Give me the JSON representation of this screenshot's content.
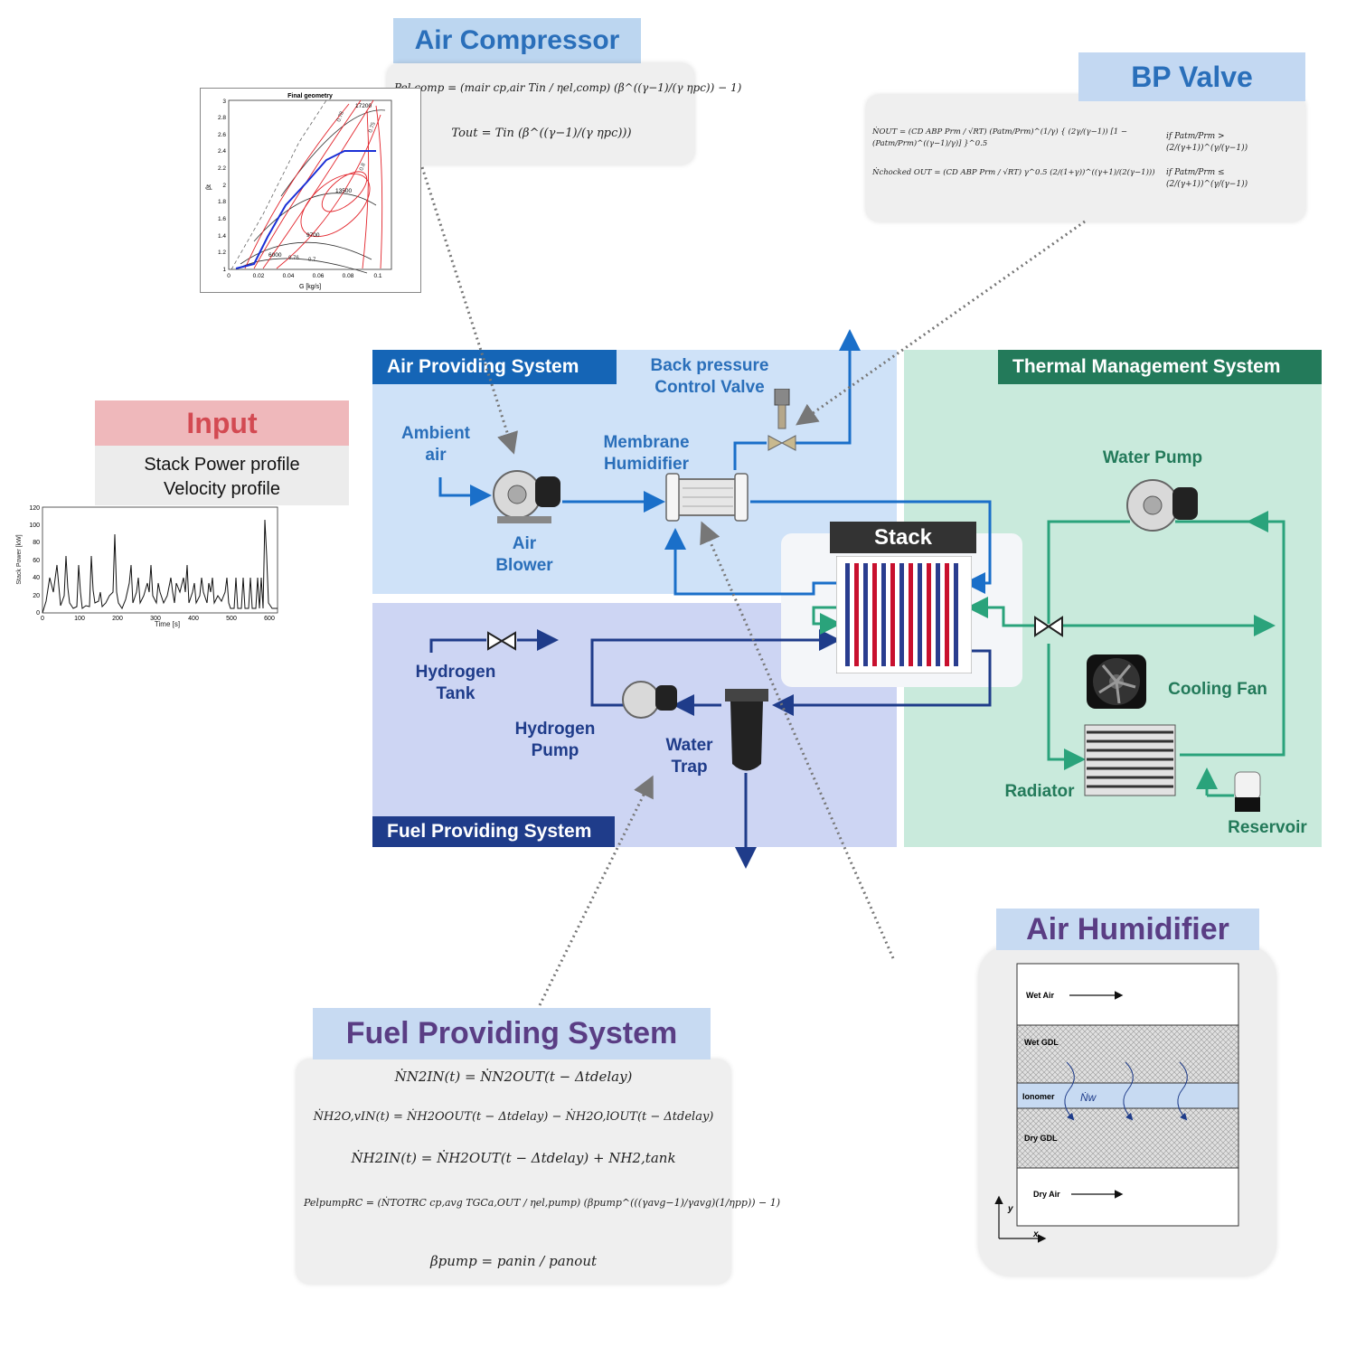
{
  "air_compressor": {
    "title": "Air Compressor",
    "eq1": "Pel,comp = (mair cp,air Tin / ηel,comp) (β^((γ−1)/(γ ηpc)) − 1)",
    "eq2": "Tout = Tin (β^((γ−1)/(γ ηpc)))",
    "map": {
      "title": "Final geometry",
      "xlabel": "G [kg/s]",
      "ylabel": "βt",
      "xticks": [
        "0",
        "0.02",
        "0.04",
        "0.06",
        "0.08",
        "0.1"
      ],
      "yticks": [
        "1",
        "1.2",
        "1.4",
        "1.6",
        "1.8",
        "2",
        "2.2",
        "2.4",
        "2.6",
        "2.8",
        "3"
      ],
      "speed_labels": [
        "17200",
        "13500",
        "9700",
        "6000"
      ],
      "eff_labels": [
        "0.78",
        "0.8",
        "0.75",
        "0.7",
        "0.76"
      ]
    }
  },
  "bp_valve": {
    "title": "BP Valve",
    "eq1": "ṄOUT = (CD ABP Prm / √RT) (Patm/Prm)^(1/γ) { (2γ/(γ−1)) [1 − (Patm/Prm)^((γ−1)/γ)] }^0.5",
    "cond1": "if Patm/Prm > (2/(γ+1))^(γ/(γ−1))",
    "eq2": "Ṅchocked OUT = (CD ABP Prm / √RT) γ^0.5 (2/(1+γ))^((γ+1)/(2(γ−1)))",
    "cond2": "if Patm/Prm ≤ (2/(γ+1))^(γ/(γ−1))"
  },
  "input": {
    "title": "Input",
    "line1": "Stack Power profile",
    "line2": "Velocity profile",
    "chart": {
      "xlabel": "Time [s]",
      "ylabel": "Stack Power [kW]",
      "xticks": [
        "0",
        "100",
        "200",
        "300",
        "400",
        "500",
        "600"
      ],
      "yticks": [
        "0",
        "20",
        "40",
        "60",
        "80",
        "100",
        "120"
      ]
    }
  },
  "diagram": {
    "air_system": "Air Providing System",
    "thermal_system": "Thermal Management System",
    "fuel_system": "Fuel Providing System",
    "bp_control_valve": "Back pressure\nControl Valve",
    "ambient_air": "Ambient\nair",
    "membrane_humidifier": "Membrane\nHumidifier",
    "air_blower": "Air\nBlower",
    "stack": "Stack",
    "water_pump": "Water Pump",
    "cooling_fan": "Cooling Fan",
    "radiator": "Radiator",
    "reservoir": "Reservoir",
    "hydrogen_tank": "Hydrogen\nTank",
    "hydrogen_pump": "Hydrogen\nPump",
    "water_trap": "Water\nTrap"
  },
  "fuel_providing": {
    "title": "Fuel Providing System",
    "eq1": "ṄN2IN(t) = ṄN2OUT(t − Δtdelay)",
    "eq2": "ṄH2O,vIN(t) = ṄH2OOUT(t − Δtdelay) − ṄH2O,lOUT(t − Δtdelay)",
    "eq3": "ṄH2IN(t) = ṄH2OUT(t − Δtdelay) + NH2,tank",
    "eq4": "PelpumpRC = (ṄTOTRC cp,avg TGCa,OUT / ηel,pump) (βpump^(((γavg−1)/γavg)(1/ηpp)) − 1)",
    "eq5": "βpump = panin / panout"
  },
  "air_humidifier": {
    "title": "Air Humidifier",
    "wet_air": "Wet Air",
    "wet_gdl": "Wet GDL",
    "ionomer": "Ionomer",
    "nw": "Ṅw",
    "dry_gdl": "Dry GDL",
    "dry_air": "Dry Air",
    "axis_y": "y",
    "axis_x": "x"
  },
  "colors": {
    "air_bg": "#cfe2f8",
    "fuel_bg": "#cdd5f3",
    "thermal_bg": "#c9eadc",
    "air_bar": "#1565b6",
    "thermal_bar": "#237a5a",
    "fuel_bar": "#1f3c8a",
    "header_blue": "#bcd6f0",
    "header_red": "#efb8bb",
    "header_purple": "#c7daf2",
    "air_line": "#1a6fc9",
    "fuel_line": "#1f3c8a",
    "thermal_line": "#2aa37b"
  }
}
